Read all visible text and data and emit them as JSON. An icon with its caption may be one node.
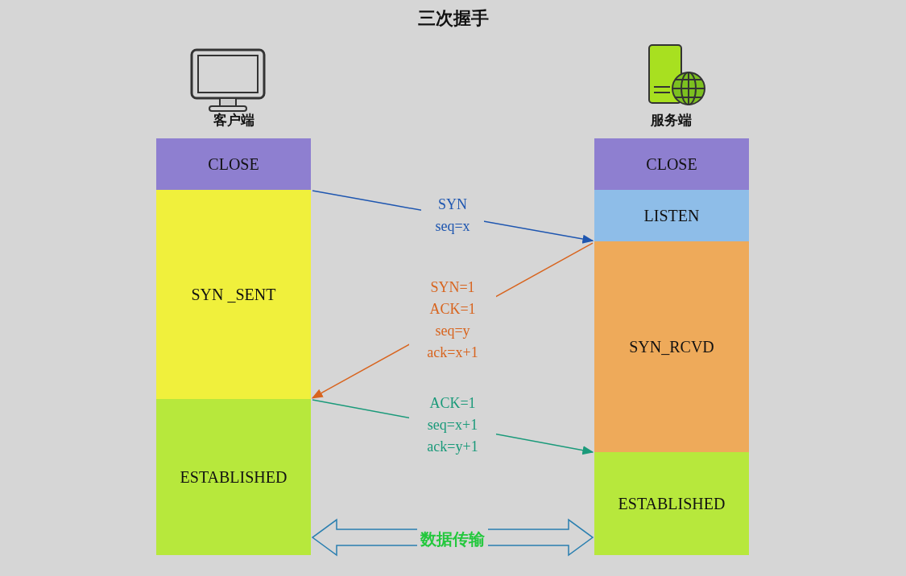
{
  "diagram": {
    "title": "三次握手",
    "nodes": [
      {
        "text": [
          "CLOSE"
        ]
      },
      {
        "text": [
          "SYN _SENT"
        ]
      },
      {
        "text": [
          "ESTABLISHED"
        ]
      },
      {
        "text": [
          "CLOSE"
        ]
      },
      {
        "text": [
          "LISTEN"
        ]
      },
      {
        "text": [
          "SYN_RCVD"
        ]
      },
      {
        "text": [
          "ESTABLISHED"
        ]
      }
    ],
    "edges": [
      {
        "from": 1,
        "to": 4,
        "arrow": "to",
        "label": "SYN seq=x",
        "color": "#1e56b0"
      },
      {
        "from": 5,
        "to": 1,
        "arrow": "to",
        "label": "SYN=1 ACK=1 seq=y ack=x+1",
        "color": "#d8641e"
      },
      {
        "from": 2,
        "to": 6,
        "arrow": "to",
        "label": "ACK=1 seq=x+1 ack=y+1",
        "color": "#1a9a7a"
      },
      {
        "from": 2,
        "to": 6,
        "arrow": "both",
        "label": "数据传输",
        "style": "thick",
        "color": "#2a7fb0"
      }
    ],
    "labels": [
      "客户端",
      "服务端"
    ]
  }
}
